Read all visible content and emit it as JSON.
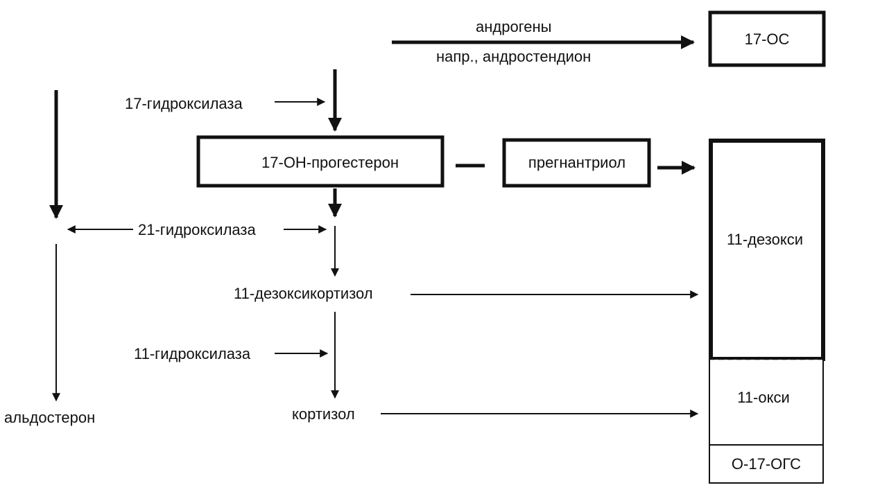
{
  "nodes": {
    "androgens_label": "андрогены",
    "androgens_example": "напр., андростендион",
    "box_17os": "17-ОС",
    "hydroxylase_17": "17-гидроксилаза",
    "box_17oh_progesterone": "17-ОН-прогестерон",
    "box_pregnanetriol": "прегнантриол",
    "hydroxylase_21": "21-гидроксилаза",
    "deoxycortisol_11": "11-дезоксикортизол",
    "hydroxylase_11": "11-гидроксилаза",
    "cortisol": "кортизол",
    "aldosterone": "альдостерон",
    "column_11_deoxy": "11-дезокси",
    "column_11_oxy": "11-окси",
    "column_o17ogs": "О-17-ОГС"
  }
}
